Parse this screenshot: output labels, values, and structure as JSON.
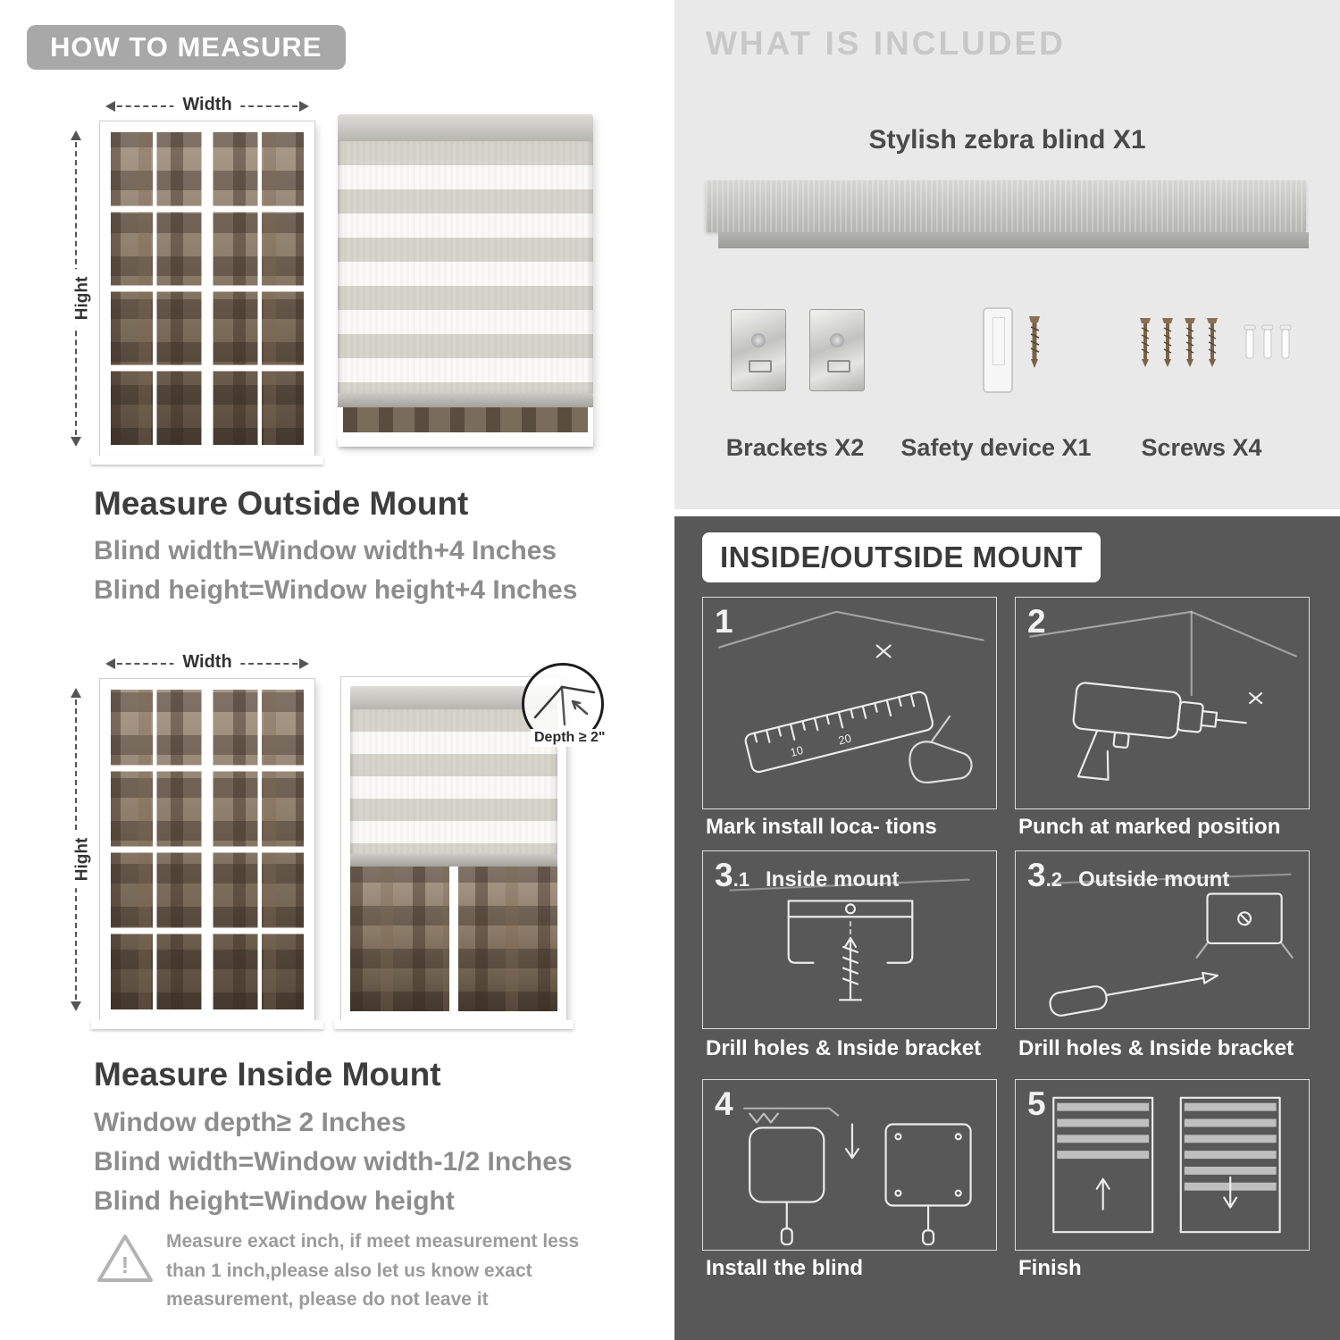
{
  "colors": {
    "pill_gray": "#a8a8a8",
    "panel_light": "#e9e9e9",
    "panel_dark": "#585858",
    "photo_brown": "#8c7d6b"
  },
  "left": {
    "header": "HOW TO MEASURE",
    "outside": {
      "width_label": "Width",
      "height_label": "Hight",
      "title": "Measure Outside Mount",
      "line1": "Blind width=Window width+4 Inches",
      "line2": "Blind height=Window height+4 Inches"
    },
    "inside": {
      "width_label": "Width",
      "height_label": "Hight",
      "depth_label": "Depth ≥ 2\"",
      "title": "Measure Inside Mount",
      "line1": "Window depth≥ 2 Inches",
      "line2": "Blind width=Window width-1/2 Inches",
      "line3": "Blind height=Window height"
    },
    "warning": "Measure exact inch, if meet measurement less than 1 inch,please also let us know exact measurement, please do not leave it"
  },
  "right": {
    "included": {
      "header": "WHAT IS INCLUDED",
      "blind_label": "Stylish zebra blind X1",
      "items": [
        {
          "label": "Brackets X2"
        },
        {
          "label": "Safety device X1"
        },
        {
          "label": "Screws X4"
        }
      ]
    },
    "mount": {
      "header": "INSIDE/OUTSIDE MOUNT",
      "steps": [
        {
          "num": "1",
          "sub": "",
          "title": "",
          "caption": "Mark install loca- tions"
        },
        {
          "num": "2",
          "sub": "",
          "title": "",
          "caption": "Punch at  marked position"
        },
        {
          "num": "3",
          "sub": ".1",
          "title": "Inside mount",
          "caption": "Drill holes &  Inside bracket"
        },
        {
          "num": "3",
          "sub": ".2",
          "title": "Outside mount",
          "caption": "Drill holes &  Inside bracket"
        },
        {
          "num": "4",
          "sub": "",
          "title": "",
          "caption": "Install the blind"
        },
        {
          "num": "5",
          "sub": "",
          "title": "",
          "caption": "Finish"
        }
      ]
    }
  }
}
